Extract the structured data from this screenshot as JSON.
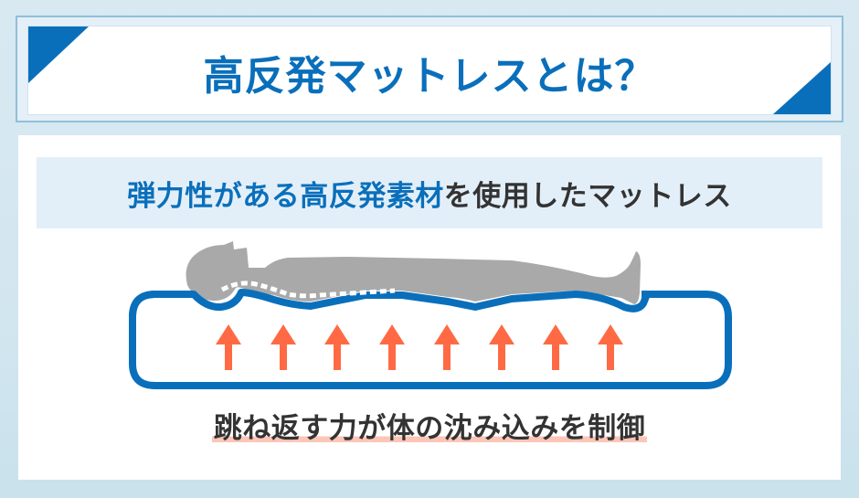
{
  "colors": {
    "accent": "#0a6fbb",
    "arrow": "#ff6a45",
    "body_figure": "#a9a9a9",
    "subtitle_band": "#e3eff8",
    "caption_underline": "#fbc6b8",
    "text_dark": "#333333"
  },
  "header": {
    "title": "高反発マットレスとは？"
  },
  "subtitle": {
    "highlight": "弾力性がある高反発素材",
    "rest": "を使用したマットレス"
  },
  "illustration": {
    "figure": "person-lying-on-mattress",
    "spine": "dotted-spine-line",
    "arrows": {
      "count": 8,
      "direction": "up",
      "x_positions": [
        250,
        310,
        369,
        429,
        489,
        549,
        608,
        668
      ]
    }
  },
  "caption": {
    "text": "跳ね返す力が体の沈み込みを制御"
  }
}
